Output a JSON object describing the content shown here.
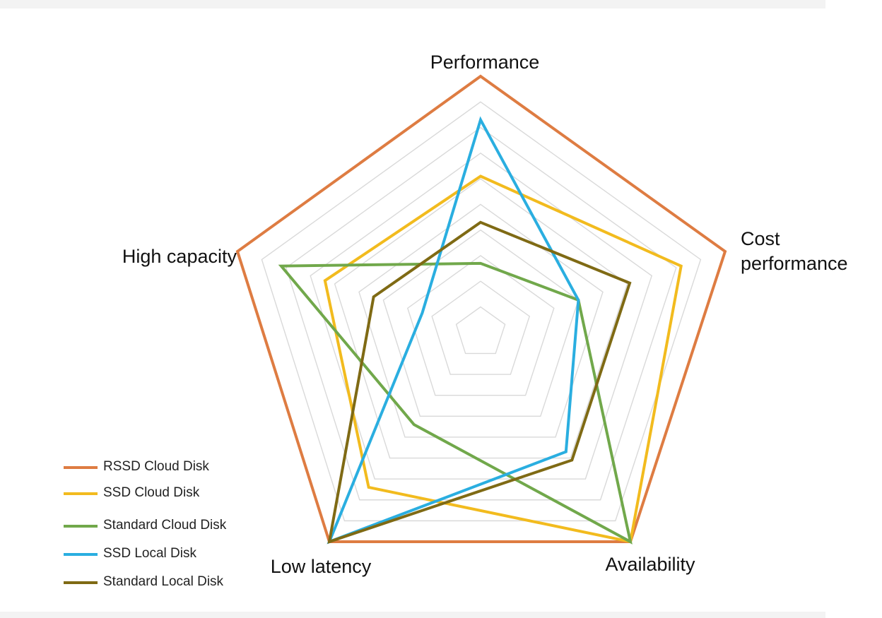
{
  "chart_data": {
    "type": "radar",
    "axes": [
      "Performance",
      "Cost performance",
      "Availability",
      "Low latency",
      "High capacity"
    ],
    "scale": [
      0,
      10
    ],
    "grid": true,
    "legend_position": "bottom-left",
    "series": [
      {
        "name": "RSSD Cloud Disk",
        "color": "#de7c42",
        "values": [
          10,
          10,
          10,
          10,
          10
        ]
      },
      {
        "name": "SSD Cloud Disk",
        "color": "#f2bb1e",
        "values": [
          6.1,
          8.2,
          10,
          7.4,
          6.4
        ]
      },
      {
        "name": "Standard Cloud Disk",
        "color": "#71a84b",
        "values": [
          2.7,
          4.0,
          10,
          4.4,
          8.2
        ]
      },
      {
        "name": "SSD Local Disk",
        "color": "#2aaee0",
        "values": [
          8.3,
          4.0,
          5.7,
          10,
          2.4
        ]
      },
      {
        "name": "Standard Local Disk",
        "color": "#7f6a14",
        "values": [
          4.3,
          6.1,
          6.1,
          10,
          4.4
        ]
      }
    ]
  }
}
